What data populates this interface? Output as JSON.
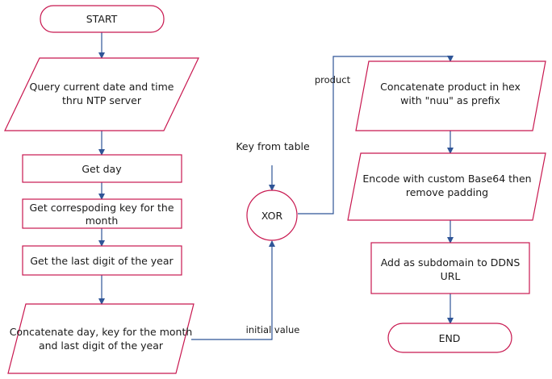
{
  "colors": {
    "node_border": "#c8174f",
    "connector": "#2f5597",
    "text": "#1a1a1a"
  },
  "nodes": {
    "start": "START",
    "query": [
      "Query current date and time",
      "thru NTP server"
    ],
    "get_day": "Get day",
    "get_key": [
      "Get correspoding key for the",
      "month"
    ],
    "get_digit": "Get the last digit of the year",
    "concat_day": [
      "Concatenate day, key for the month",
      "and last digit of the year"
    ],
    "xor": "XOR",
    "concat_hex": [
      "Concatenate product in hex",
      "with \"nuu\" as prefix"
    ],
    "encode": [
      "Encode with custom Base64 then",
      "remove padding"
    ],
    "subdomain": [
      "Add as subdomain to DDNS",
      "URL"
    ],
    "end": "END"
  },
  "labels": {
    "key_from_table": "Key from table",
    "product": "product",
    "initial_value": "initial value"
  }
}
